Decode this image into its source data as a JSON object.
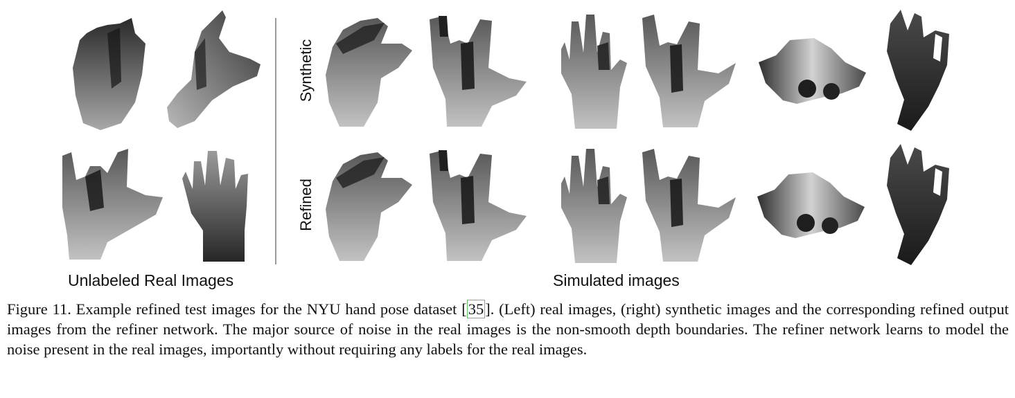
{
  "figure": {
    "row_labels": {
      "synthetic": "Synthetic",
      "refined": "Refined"
    },
    "group_labels": {
      "real": "Unlabeled Real Images",
      "simulated": "Simulated images"
    }
  },
  "caption": {
    "prefix": "Figure 11. Example refined test images for the NYU hand pose dataset [",
    "citation": "35",
    "suffix": "]. (Left) real images, (right) synthetic images and the corresponding refined output images from the refiner network. The major source of noise in the real images is the non-smooth depth boundaries. The refiner network learns to model the noise present in the real images, importantly without requiring any labels for the real images."
  },
  "colors": {
    "depth_dark": "#1e1e1e",
    "depth_light": "#c4c4c4",
    "citation_box": "#5fc45f"
  }
}
